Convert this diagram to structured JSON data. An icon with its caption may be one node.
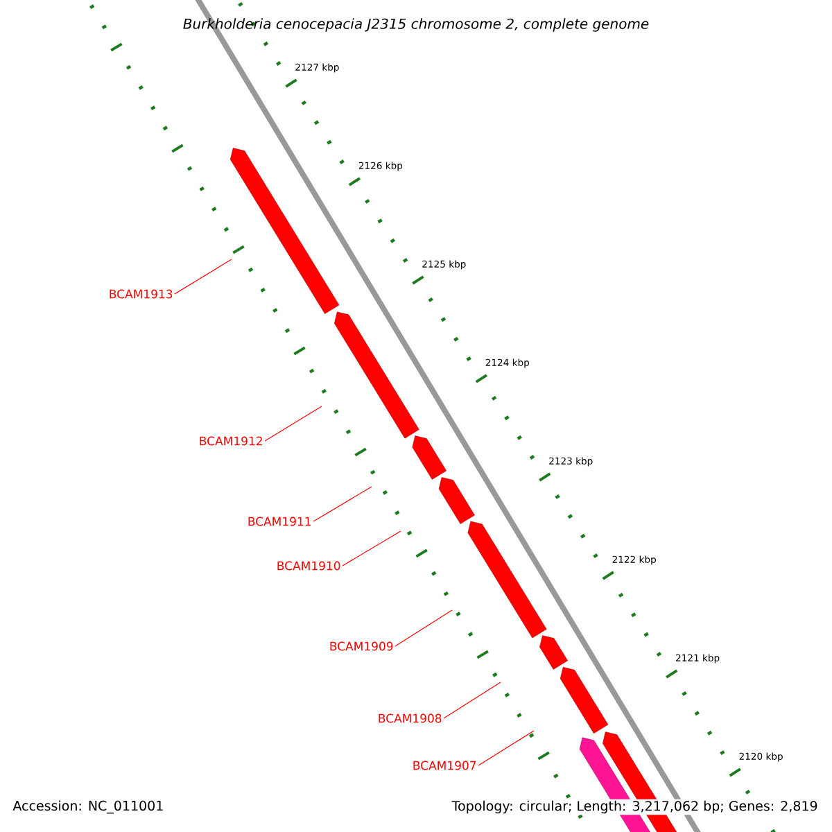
{
  "diagram": {
    "title": "Burkholderia cenocepacia J2315 chromosome 2, complete genome",
    "nodes": [
      {
        "text": [
          "BCAM1913"
        ]
      },
      {
        "text": [
          "BCAM1912"
        ]
      },
      {
        "text": [
          "BCAM1911"
        ]
      },
      {
        "text": [
          "BCAM1910"
        ]
      },
      {
        "text": [
          "BCAM1909"
        ]
      },
      {
        "text": [
          "BCAM1908"
        ]
      },
      {
        "text": [
          "BCAM1907"
        ]
      }
    ],
    "edges": [
      {
        "from": 0,
        "to": null,
        "arrow": "none"
      },
      {
        "from": 1,
        "to": null,
        "arrow": "none"
      },
      {
        "from": 2,
        "to": null,
        "arrow": "none"
      },
      {
        "from": 3,
        "to": null,
        "arrow": "none"
      },
      {
        "from": 4,
        "to": null,
        "arrow": "none"
      },
      {
        "from": 5,
        "to": null,
        "arrow": "none"
      },
      {
        "from": 6,
        "to": null,
        "arrow": "none"
      }
    ],
    "labels": [
      "2127 kbp",
      "2126 kbp",
      "2125 kbp",
      "2124 kbp",
      "2123 kbp",
      "2122 kbp",
      "2121 kbp",
      "2120 kbp",
      "Accession: NC_011001",
      "Topology: circular; Length: 3,217,062 bp; Genes: 2,819"
    ]
  }
}
